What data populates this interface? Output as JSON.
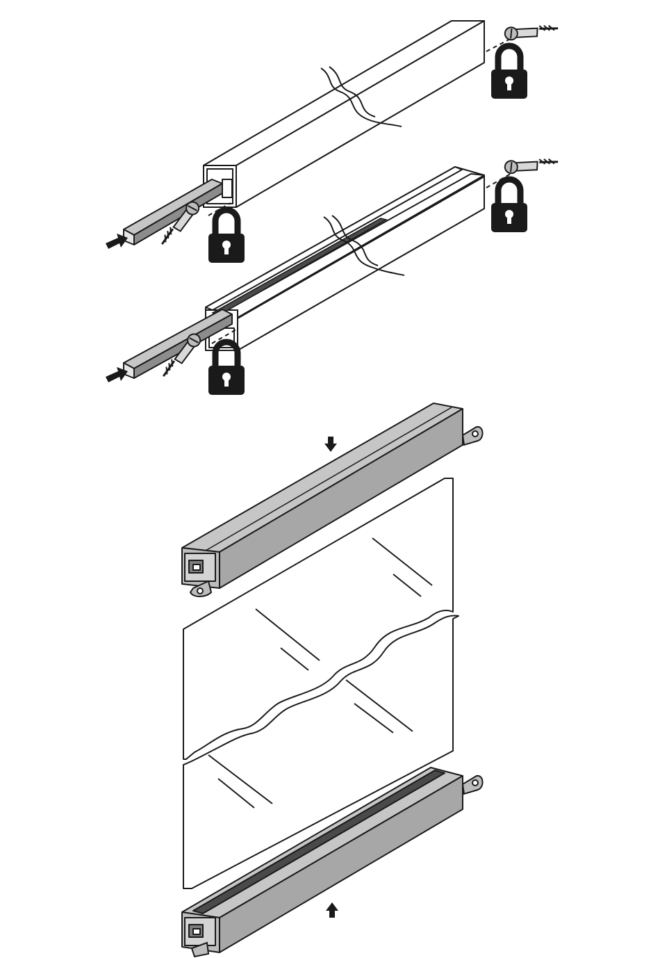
{
  "colors": {
    "background": "#ffffff",
    "line": "#1a1a1a",
    "profile_fill": "#a7a7a7",
    "profile_light": "#c6c6c6",
    "profile_dark": "#7d7d7d",
    "lock": "#1a1a1a"
  },
  "icons": {
    "lock": "padlock-locked-icon",
    "push_arrow": "arrow-push-icon",
    "down_arrow": "arrow-down-icon",
    "up_arrow": "arrow-up-icon",
    "screw": "screw-icon"
  },
  "steps": [
    {
      "name": "step-1-insert-rail-into-top-channel",
      "lock_count": 2
    },
    {
      "name": "step-2-insert-rail-into-track-channel",
      "lock_count": 2
    },
    {
      "name": "step-3-clamp-glass-between-profiles",
      "lock_count": 0
    }
  ]
}
